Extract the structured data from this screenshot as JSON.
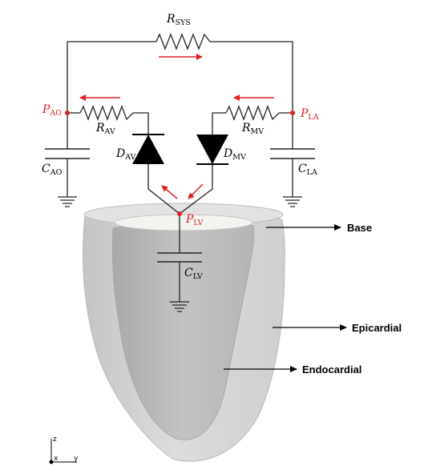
{
  "circuit": {
    "r_sys": {
      "main": "R",
      "sub": "SYS"
    },
    "r_av": {
      "main": "R",
      "sub": "AV"
    },
    "r_mv": {
      "main": "R",
      "sub": "MV"
    },
    "d_av": {
      "main": "D",
      "sub": "AV"
    },
    "d_mv": {
      "main": "D",
      "sub": "MV"
    },
    "c_ao": {
      "main": "C",
      "sub": "AO"
    },
    "c_la": {
      "main": "C",
      "sub": "LA"
    },
    "c_lv": {
      "main": "C",
      "sub": "LV"
    },
    "p_ao": {
      "main": "P",
      "sub": "AO"
    },
    "p_la": {
      "main": "P",
      "sub": "LA"
    },
    "p_lv": {
      "main": "P",
      "sub": "LV"
    }
  },
  "annotations": {
    "base": "Base",
    "epicardial": "Epicardial",
    "endocardial": "Endocardial"
  },
  "axes": {
    "z": "z",
    "x": "x",
    "y": "y"
  },
  "colors": {
    "wire": "#222222",
    "flow_arrow": "#e02020",
    "node": "#e02020",
    "tissue": "#c8c8c8"
  }
}
